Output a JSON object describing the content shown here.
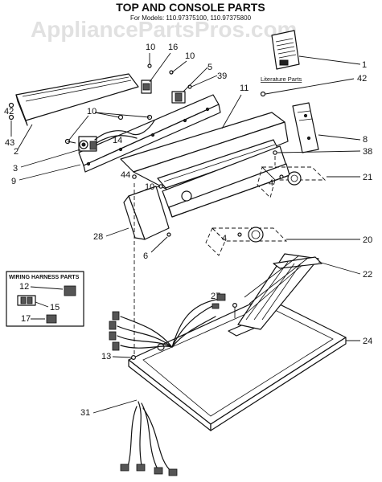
{
  "title": "TOP AND CONSOLE PARTS",
  "subtitle": "For Models: 110.97375100, 110.97375800",
  "watermark": "AppliancePartsPros.com",
  "literature_label": "Literature Parts",
  "wiring_label": "WIRING HARNESS PARTS",
  "callouts": {
    "c1": "1",
    "c2": "2",
    "c3": "3",
    "c4a": "4",
    "c4b": "4",
    "c5": "5",
    "c6": "6",
    "c8": "8",
    "c9": "9",
    "c10a": "10",
    "c10b": "10",
    "c10c": "10",
    "c10d": "10",
    "c11": "11",
    "c12": "12",
    "c13": "13",
    "c14": "14",
    "c15": "15",
    "c16": "16",
    "c17": "17",
    "c20": "20",
    "c21": "21",
    "c22": "22",
    "c24": "24",
    "c27": "27",
    "c28": "28",
    "c31": "31",
    "c38": "38",
    "c39": "39",
    "c42a": "42",
    "c42b": "42",
    "c43": "43",
    "c44": "44"
  }
}
